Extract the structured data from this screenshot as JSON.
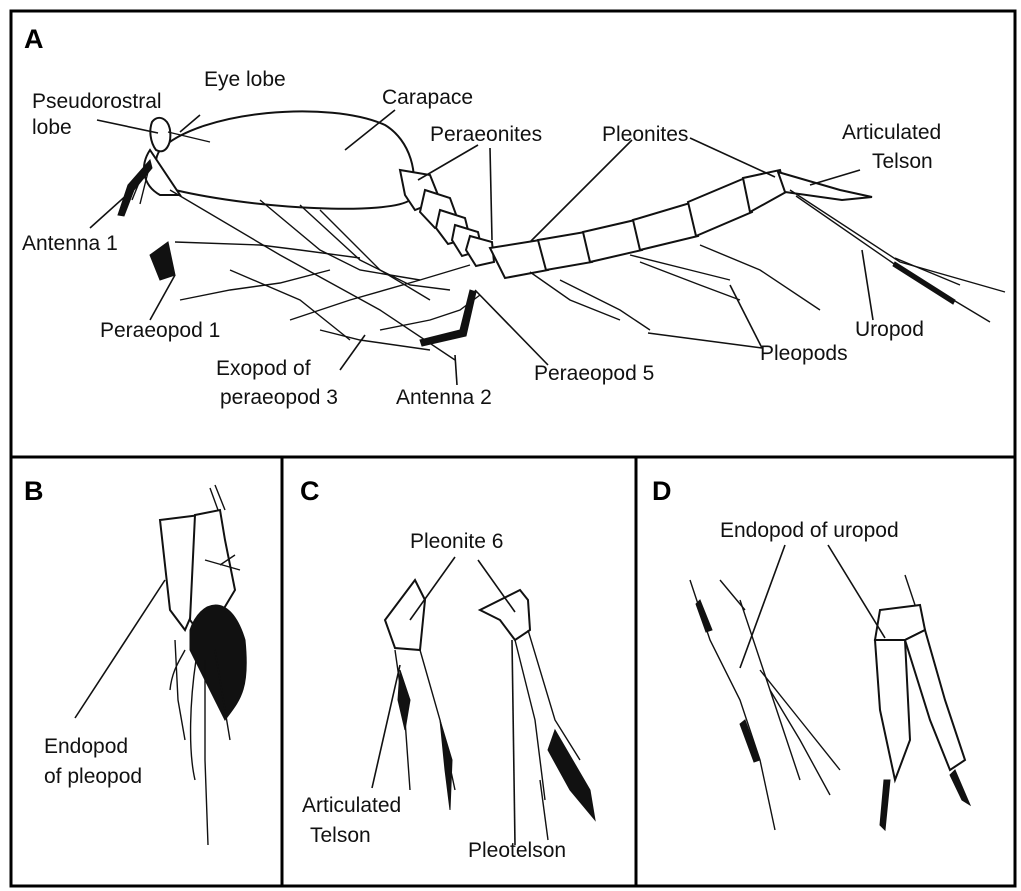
{
  "panels": {
    "A": {
      "letter": "A",
      "labels": {
        "eye_lobe": "Eye lobe",
        "pseudorostral_line1": "Pseudorostral",
        "pseudorostral_line2": "lobe",
        "carapace": "Carapace",
        "peraeonites": "Peraeonites",
        "pleonites": "Pleonites",
        "articulated_telson_line1": "Articulated",
        "articulated_telson_line2": "Telson",
        "antenna1": "Antenna 1",
        "peraeopod1": "Peraeopod 1",
        "exopod_line1": "Exopod of",
        "exopod_line2": "peraeopod 3",
        "antenna2": "Antenna 2",
        "peraeopod5": "Peraeopod 5",
        "pleopods": "Pleopods",
        "uropod": "Uropod"
      }
    },
    "B": {
      "letter": "B",
      "labels": {
        "endopod_line1": "Endopod",
        "endopod_line2": "of pleopod"
      }
    },
    "C": {
      "letter": "C",
      "labels": {
        "pleonite6": "Pleonite 6",
        "articulated_line1": "Articulated",
        "articulated_line2": "Telson",
        "pleotelson": "Pleotelson"
      }
    },
    "D": {
      "letter": "D",
      "labels": {
        "endopod_uropod": "Endopod of uropod"
      }
    }
  }
}
